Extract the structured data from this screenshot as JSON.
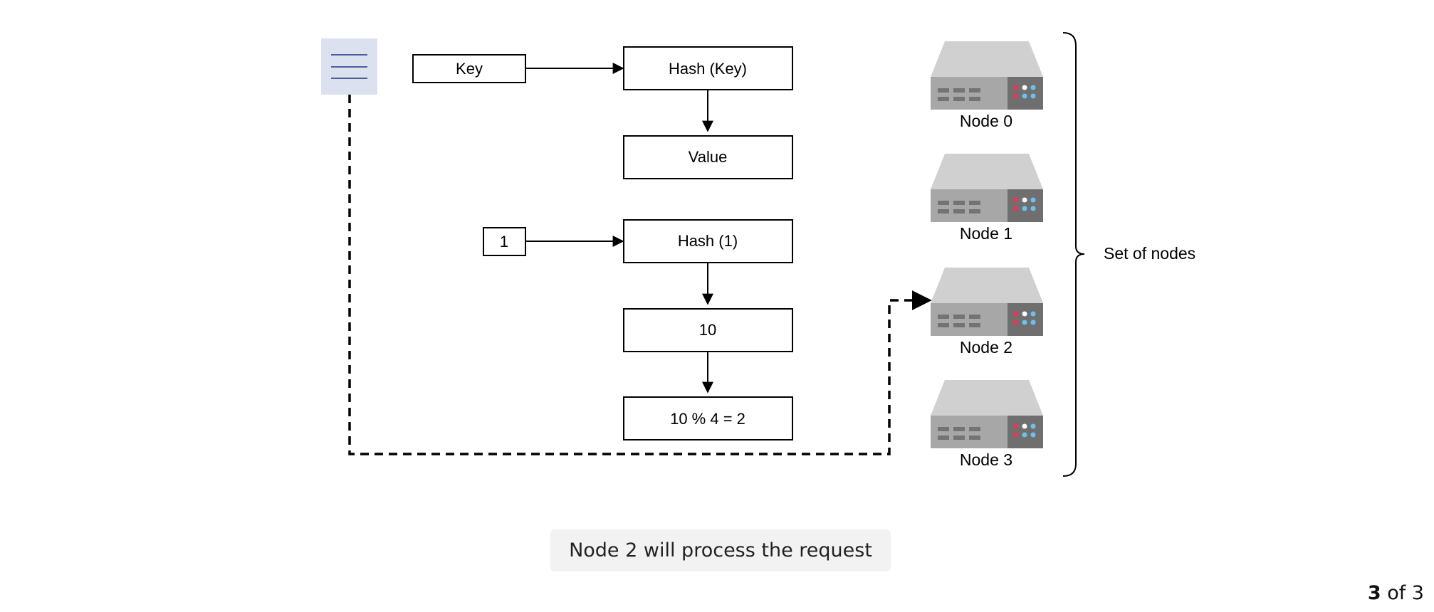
{
  "diagram": {
    "boxes": {
      "key": "Key",
      "hash_key": "Hash (Key)",
      "value": "Value",
      "one": "1",
      "hash_one": "Hash (1)",
      "ten": "10",
      "modulo": "10 % 4 = 2"
    },
    "nodes": [
      {
        "label": "Node 0"
      },
      {
        "label": "Node 1"
      },
      {
        "label": "Node 2"
      },
      {
        "label": "Node 3"
      }
    ],
    "brace_label": "Set of nodes",
    "icons": {
      "request": "document-icon",
      "server": "server-icon"
    },
    "colors": {
      "doc_bg": "#dce1f0",
      "doc_lines": "#4a6098",
      "server_top": "#d0d0d0",
      "server_body": "#a7a7a7",
      "server_panel": "#6f6f6f",
      "led_red": "#e8355a",
      "led_white": "#ffffff",
      "led_blue": "#6cc1ee"
    }
  },
  "caption": "Node 2 will process the request",
  "pager": {
    "current": "3",
    "of_text": "of 3"
  }
}
